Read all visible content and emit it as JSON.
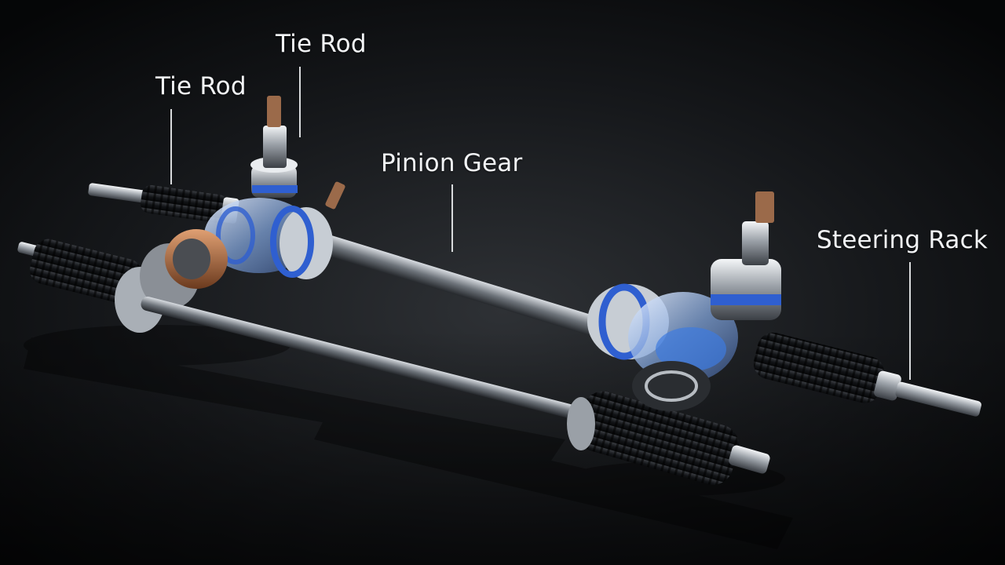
{
  "labels": {
    "tie_rod_upper": "Tie Rod",
    "tie_rod_left": "Tie Rod",
    "pinion_gear": "Pinion Gear",
    "steering_rack": "Steering Rack"
  },
  "colors": {
    "background": "#050607",
    "label_text": "#f2f4f6",
    "accent_blue": "#2f5fd0",
    "rust_orange": "#c06a2a",
    "bellows_black": "#15171a",
    "chrome": "#c9ced4"
  }
}
